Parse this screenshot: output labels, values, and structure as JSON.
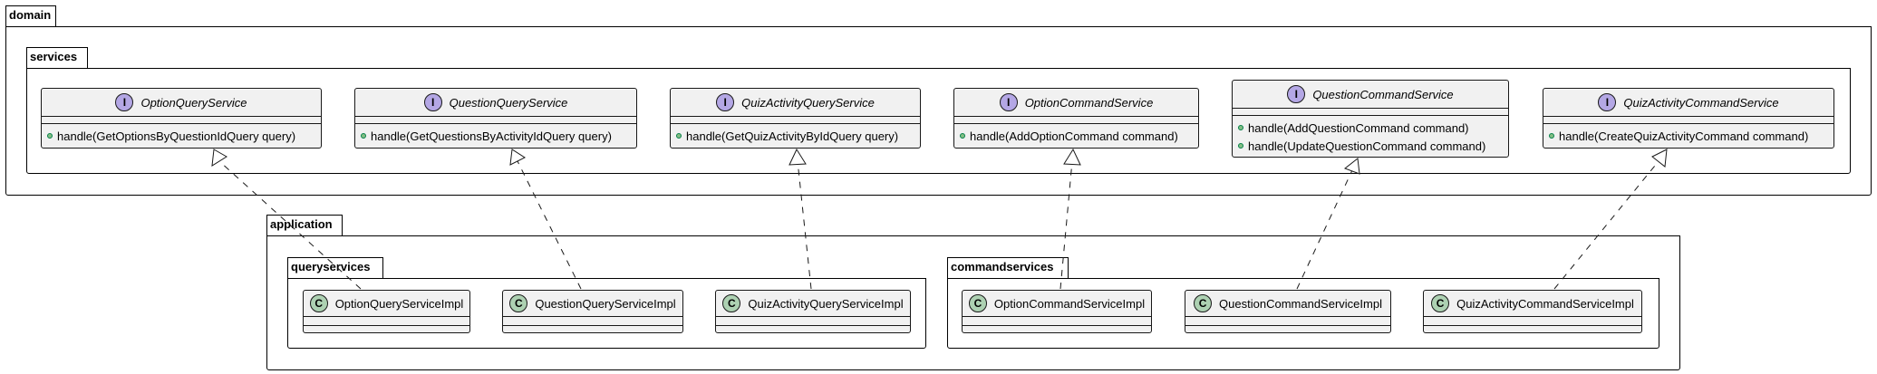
{
  "packages": {
    "domain": "domain",
    "services": "services",
    "application": "application",
    "queryservices": "queryservices",
    "commandservices": "commandservices"
  },
  "interfaces": [
    {
      "stereotype": "I",
      "name": "OptionQueryService",
      "methods": [
        "handle(GetOptionsByQuestionIdQuery query)"
      ]
    },
    {
      "stereotype": "I",
      "name": "QuestionQueryService",
      "methods": [
        "handle(GetQuestionsByActivityIdQuery query)"
      ]
    },
    {
      "stereotype": "I",
      "name": "QuizActivityQueryService",
      "methods": [
        "handle(GetQuizActivityByIdQuery query)"
      ]
    },
    {
      "stereotype": "I",
      "name": "OptionCommandService",
      "methods": [
        "handle(AddOptionCommand command)"
      ]
    },
    {
      "stereotype": "I",
      "name": "QuestionCommandService",
      "methods": [
        "handle(AddQuestionCommand command)",
        "handle(UpdateQuestionCommand command)"
      ]
    },
    {
      "stereotype": "I",
      "name": "QuizActivityCommandService",
      "methods": [
        "handle(CreateQuizActivityCommand command)"
      ]
    }
  ],
  "implementations": [
    {
      "stereotype": "C",
      "name": "OptionQueryServiceImpl"
    },
    {
      "stereotype": "C",
      "name": "QuestionQueryServiceImpl"
    },
    {
      "stereotype": "C",
      "name": "QuizActivityQueryServiceImpl"
    },
    {
      "stereotype": "C",
      "name": "OptionCommandServiceImpl"
    },
    {
      "stereotype": "C",
      "name": "QuestionCommandServiceImpl"
    },
    {
      "stereotype": "C",
      "name": "QuizActivityCommandServiceImpl"
    }
  ],
  "colors": {
    "interface_badge": "#b4a7e5",
    "class_badge": "#add1b2",
    "box_fill": "#f1f1f1",
    "public_dot": "#84be84"
  }
}
